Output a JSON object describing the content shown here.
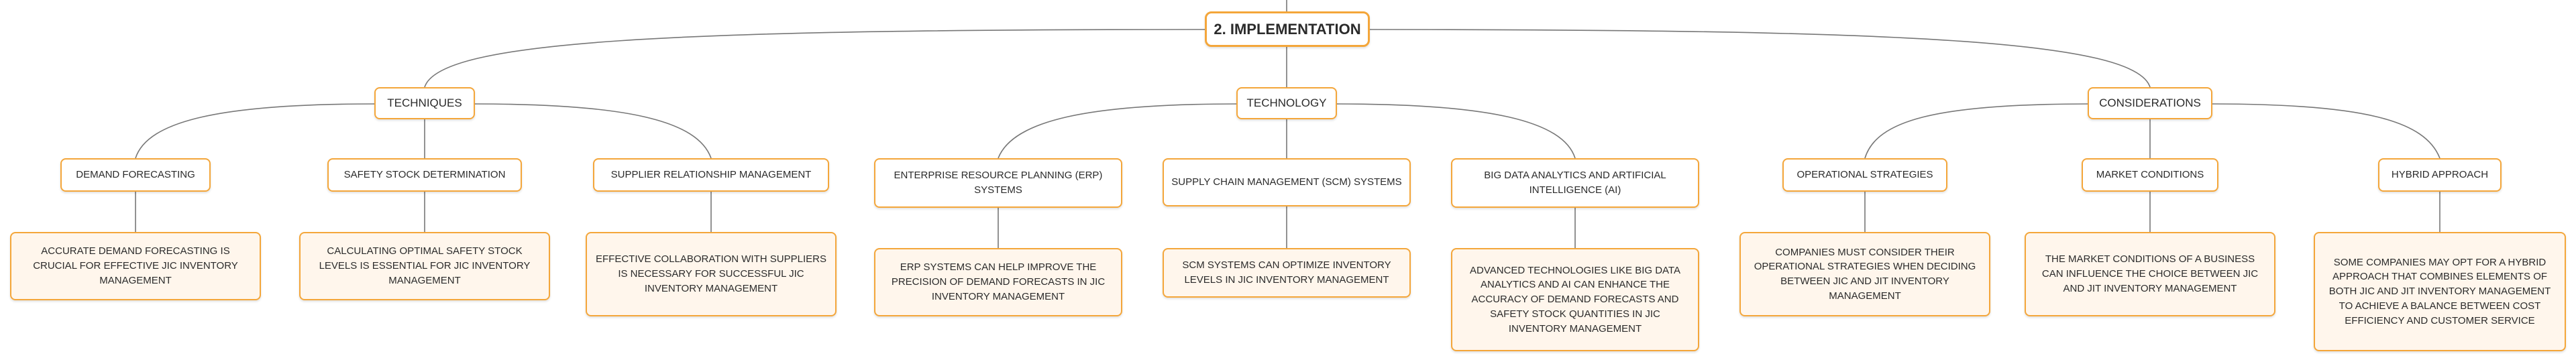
{
  "root": {
    "label": "2. IMPLEMENTATION"
  },
  "branches": [
    {
      "label": "TECHNIQUES",
      "children": [
        {
          "label": "DEMAND FORECASTING",
          "detail": "ACCURATE DEMAND FORECASTING IS CRUCIAL FOR EFFECTIVE JIC INVENTORY MANAGEMENT"
        },
        {
          "label": "SAFETY STOCK DETERMINATION",
          "detail": "CALCULATING OPTIMAL SAFETY STOCK LEVELS IS ESSENTIAL FOR JIC INVENTORY MANAGEMENT"
        },
        {
          "label": "SUPPLIER RELATIONSHIP MANAGEMENT",
          "detail": "EFFECTIVE COLLABORATION WITH SUPPLIERS IS NECESSARY FOR SUCCESSFUL JIC INVENTORY MANAGEMENT"
        }
      ]
    },
    {
      "label": "TECHNOLOGY",
      "children": [
        {
          "label": "ENTERPRISE RESOURCE PLANNING (ERP) SYSTEMS",
          "detail": "ERP SYSTEMS CAN HELP IMPROVE THE PRECISION OF DEMAND FORECASTS IN JIC INVENTORY MANAGEMENT"
        },
        {
          "label": "SUPPLY CHAIN MANAGEMENT (SCM) SYSTEMS",
          "detail": "SCM SYSTEMS CAN OPTIMIZE INVENTORY LEVELS IN JIC INVENTORY MANAGEMENT"
        },
        {
          "label": "BIG DATA ANALYTICS AND ARTIFICIAL INTELLIGENCE (AI)",
          "detail": "ADVANCED TECHNOLOGIES LIKE BIG DATA ANALYTICS AND AI CAN ENHANCE THE ACCURACY OF DEMAND FORECASTS AND SAFETY STOCK QUANTITIES IN JIC INVENTORY MANAGEMENT"
        }
      ]
    },
    {
      "label": "CONSIDERATIONS",
      "children": [
        {
          "label": "OPERATIONAL STRATEGIES",
          "detail": "COMPANIES MUST CONSIDER THEIR OPERATIONAL STRATEGIES WHEN DECIDING BETWEEN JIC AND JIT INVENTORY MANAGEMENT"
        },
        {
          "label": "MARKET CONDITIONS",
          "detail": "THE MARKET CONDITIONS OF A BUSINESS CAN INFLUENCE THE CHOICE BETWEEN JIC AND JIT INVENTORY MANAGEMENT"
        },
        {
          "label": "HYBRID APPROACH",
          "detail": "SOME COMPANIES MAY OPT FOR A HYBRID APPROACH THAT COMBINES ELEMENTS OF BOTH JIC AND JIT INVENTORY MANAGEMENT TO ACHIEVE A BALANCE BETWEEN COST EFFICIENCY AND CUSTOMER SERVICE"
        }
      ]
    }
  ],
  "colors": {
    "border": "#f4a63a",
    "leaf_fill": "#fff6ec",
    "connector": "#777777"
  }
}
